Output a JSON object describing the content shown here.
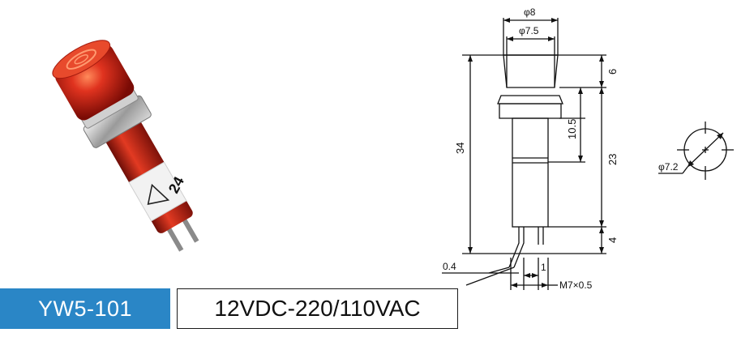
{
  "product": {
    "model": "YW5-101",
    "rating": "12VDC-220/110VAC",
    "sleeve_marking": "24"
  },
  "drawing": {
    "dims": {
      "cap_outer": "φ8",
      "cap_inner": "φ7.5",
      "cap_height": "6",
      "overall_length": "34",
      "thread_length": "10.5",
      "body_length": "23",
      "pin_length": "4",
      "pin_thickness": "0.4",
      "pin_width": "1",
      "thread": "M7×0.5",
      "panel_hole": "φ7.2"
    }
  },
  "colors": {
    "lens_red": "#c41e12",
    "model_box": "#2a86c6",
    "line": "#111111"
  }
}
